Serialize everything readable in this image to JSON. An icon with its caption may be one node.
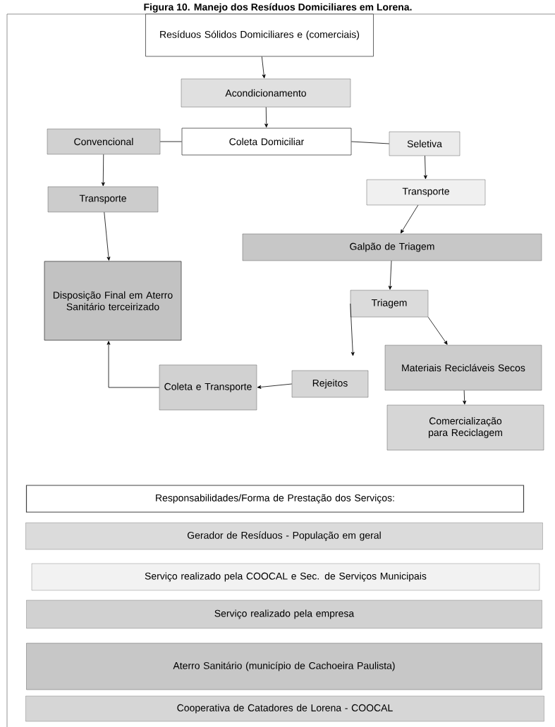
{
  "diagram": {
    "title": "Figura 10. Manejo dos Resíduos Domiciliares em Lorena.",
    "nodes": [
      {
        "text": [
          "Resíduos Sólidos Domiciliares e (comerciais)"
        ]
      },
      {
        "text": [
          "Acondicionamento"
        ]
      },
      {
        "text": [
          "Coleta Domiciliar"
        ]
      },
      {
        "text": [
          "Convencional"
        ]
      },
      {
        "text": [
          "Seletiva"
        ]
      },
      {
        "text": [
          "Transporte"
        ]
      },
      {
        "text": [
          "Transporte"
        ]
      },
      {
        "text": [
          "Galpão de Triagem"
        ]
      },
      {
        "text": [
          "Triagem"
        ]
      },
      {
        "text": [
          "Disposição Final em Aterro Sanitário terceirizado"
        ]
      },
      {
        "text": [
          "Materiais Recicláveis Secos"
        ]
      },
      {
        "text": [
          "Rejeitos"
        ]
      },
      {
        "text": [
          "Coleta e Transporte"
        ]
      },
      {
        "text": [
          "Comercialização para Reciclagem"
        ]
      },
      {
        "text": [
          "Responsabilidades/Forma de Prestação dos Serviços:"
        ]
      },
      {
        "text": [
          "Gerador de Resíduos - População em geral"
        ]
      },
      {
        "text": [
          "Serviço realizado pela COOCAL e Sec. de Serviços Municipais"
        ]
      },
      {
        "text": [
          "Serviço realizado pela empresa"
        ]
      },
      {
        "text": [
          "Aterro Sanitário (município de Cachoeira Paulista)"
        ]
      },
      {
        "text": [
          "Cooperativa de Catadores de Lorena - COOCAL"
        ]
      }
    ],
    "edges": [
      {
        "from": 0,
        "to": 1,
        "arrow": "to"
      },
      {
        "from": 1,
        "to": 2,
        "arrow": "to"
      },
      {
        "from": 2,
        "to": 3,
        "arrow": "none"
      },
      {
        "from": 2,
        "to": 4,
        "arrow": "none"
      },
      {
        "from": 3,
        "to": 5,
        "arrow": "to"
      },
      {
        "from": 4,
        "to": 6,
        "arrow": "to"
      },
      {
        "from": 5,
        "to": 9,
        "arrow": "to"
      },
      {
        "from": 6,
        "to": 7,
        "arrow": "to"
      },
      {
        "from": 7,
        "to": 8,
        "arrow": "to"
      },
      {
        "from": 8,
        "to": 11,
        "arrow": "to"
      },
      {
        "from": 8,
        "to": 10,
        "arrow": "to"
      },
      {
        "from": 11,
        "to": 12,
        "arrow": "to"
      },
      {
        "from": 12,
        "to": 9,
        "arrow": "to"
      },
      {
        "from": 10,
        "to": 13,
        "arrow": "to"
      }
    ]
  }
}
